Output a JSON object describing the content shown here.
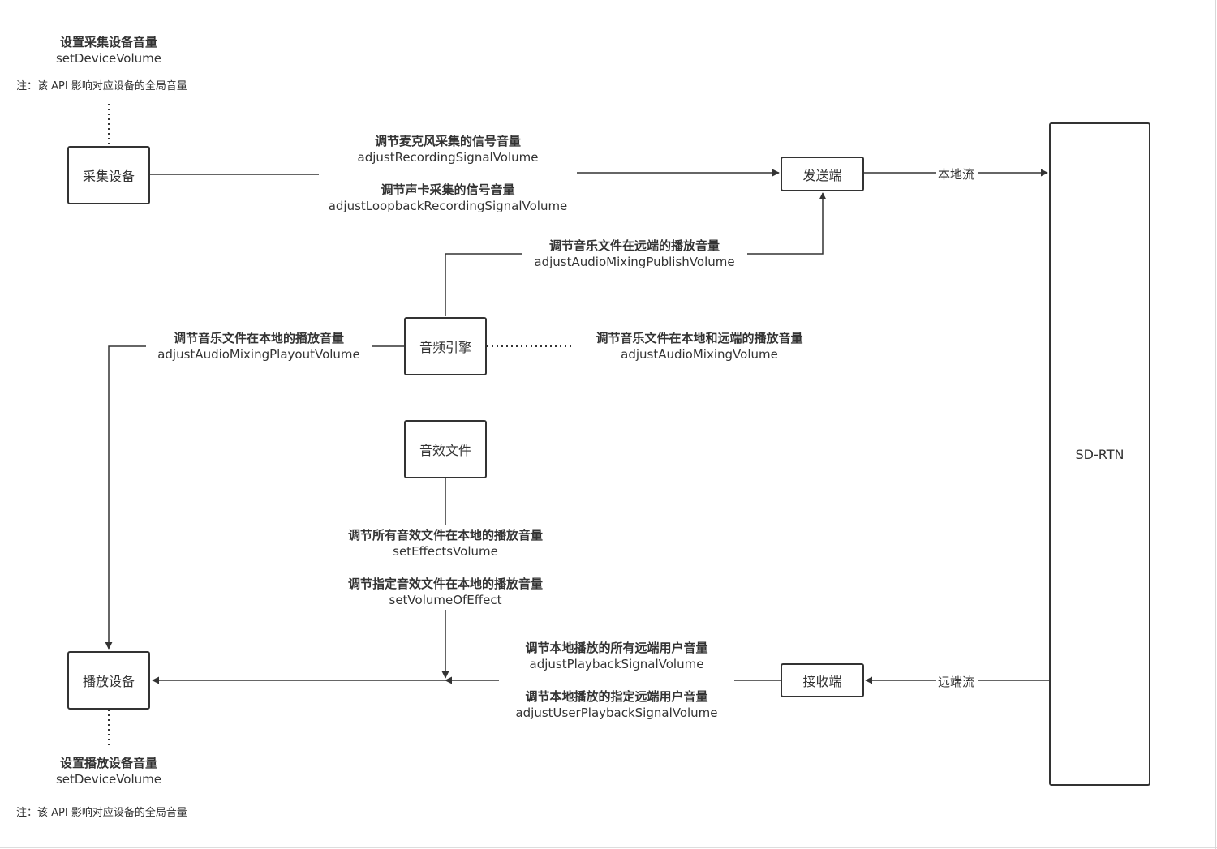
{
  "nodes": {
    "capture_device": "采集设备",
    "sender": "发送端",
    "audio_engine": "音频引擎",
    "effect_files": "音效文件",
    "playback_device": "播放设备",
    "receiver": "接收端",
    "sd_rtn": "SD-RTN"
  },
  "top_label": {
    "cn": "设置采集设备音量",
    "en": "setDeviceVolume",
    "note": "注：该 API 影响对应设备的全局音量"
  },
  "bottom_label": {
    "cn": "设置播放设备音量",
    "en": "setDeviceVolume",
    "note": "注：该 API 影响对应设备的全局音量"
  },
  "recording": {
    "mic_cn": "调节麦克风采集的信号音量",
    "mic_en": "adjustRecordingSignalVolume",
    "loopback_cn": "调节声卡采集的信号音量",
    "loopback_en": "adjustLoopbackRecordingSignalVolume"
  },
  "mixing_publish": {
    "cn": "调节音乐文件在远端的播放音量",
    "en": "adjustAudioMixingPublishVolume"
  },
  "mixing_playout": {
    "cn": "调节音乐文件在本地的播放音量",
    "en": "adjustAudioMixingPlayoutVolume"
  },
  "mixing_both": {
    "cn": "调节音乐文件在本地和远端的播放音量",
    "en": "adjustAudioMixingVolume"
  },
  "effects": {
    "all_cn": "调节所有音效文件在本地的播放音量",
    "all_en": "setEffectsVolume",
    "one_cn": "调节指定音效文件在本地的播放音量",
    "one_en": "setVolumeOfEffect"
  },
  "playback": {
    "all_cn": "调节本地播放的所有远端用户音量",
    "all_en": "adjustPlaybackSignalVolume",
    "user_cn": "调节本地播放的指定远端用户音量",
    "user_en": "adjustUserPlaybackSignalVolume"
  },
  "flows": {
    "local_stream": "本地流",
    "remote_stream": "远端流"
  },
  "colors": {
    "line": "#333333",
    "background": "#ffffff"
  }
}
